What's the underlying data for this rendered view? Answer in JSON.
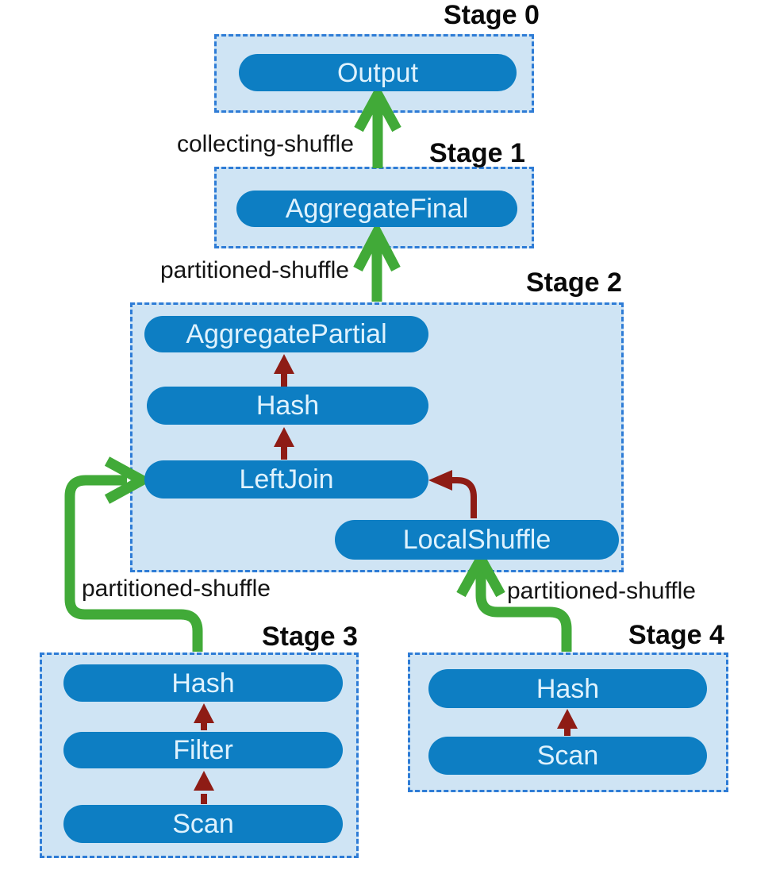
{
  "diagram": {
    "stages": [
      {
        "label": "Stage 0",
        "operators": [
          "Output"
        ]
      },
      {
        "label": "Stage 1",
        "operators": [
          "AggregateFinal"
        ]
      },
      {
        "label": "Stage 2",
        "operators": [
          "AggregatePartial",
          "Hash",
          "LeftJoin",
          "LocalShuffle"
        ]
      },
      {
        "label": "Stage 3",
        "operators": [
          "Hash",
          "Filter",
          "Scan"
        ]
      },
      {
        "label": "Stage 4",
        "operators": [
          "Hash",
          "Scan"
        ]
      }
    ],
    "edges": [
      {
        "label": "collecting-shuffle",
        "from": "Stage 1",
        "to": "Stage 0"
      },
      {
        "label": "partitioned-shuffle",
        "from": "Stage 2",
        "to": "Stage 1"
      },
      {
        "label": "partitioned-shuffle",
        "from": "Stage 3",
        "to": "Stage 2 LeftJoin"
      },
      {
        "label": "partitioned-shuffle",
        "from": "Stage 4",
        "to": "Stage 2 LocalShuffle"
      }
    ],
    "internal_edges": [
      {
        "stage": "Stage 2",
        "from": "LeftJoin",
        "to": "Hash"
      },
      {
        "stage": "Stage 2",
        "from": "Hash",
        "to": "AggregatePartial"
      },
      {
        "stage": "Stage 2",
        "from": "LocalShuffle",
        "to": "LeftJoin"
      },
      {
        "stage": "Stage 3",
        "from": "Scan",
        "to": "Filter"
      },
      {
        "stage": "Stage 3",
        "from": "Filter",
        "to": "Hash"
      },
      {
        "stage": "Stage 4",
        "from": "Scan",
        "to": "Hash"
      }
    ],
    "colors": {
      "operator_fill": "#0d7ec3",
      "operator_text": "#dff2fd",
      "stage_fill": "#cfe4f4",
      "stage_border": "#2e7cd6",
      "shuffle_arrow_green": "#41aa38",
      "internal_arrow_red": "#8e1c15",
      "label_text": "#141414",
      "background": "#ffffff"
    }
  }
}
